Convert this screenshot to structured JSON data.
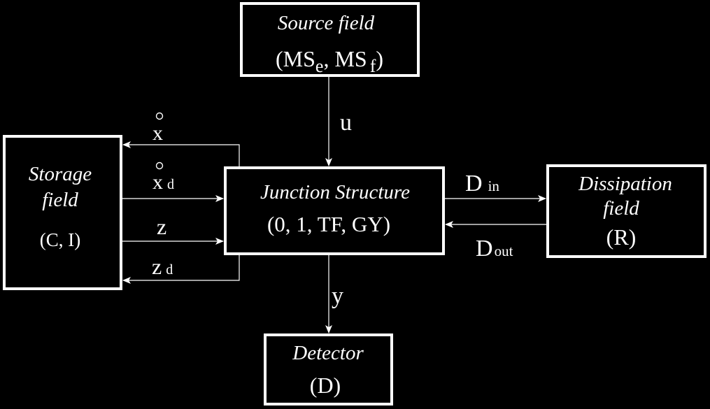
{
  "colors": {
    "background": "#000000",
    "foreground": "#ffffff"
  },
  "blocks": {
    "source": {
      "title": "Source field",
      "content_prefix": "(MS",
      "sub_e": "e",
      "content_mid": ", MS",
      "sub_f": "f",
      "content_suffix": ")"
    },
    "storage": {
      "title_line1": "Storage",
      "title_line2": "field",
      "content": "(C, I)"
    },
    "junction": {
      "title": "Junction Structure",
      "content": "(0, 1, TF, GY)"
    },
    "dissipation": {
      "title_line1": "Dissipation",
      "title_line2": "field",
      "content": "(R)"
    },
    "detector": {
      "title": "Detector",
      "content": "(D)"
    }
  },
  "signals": {
    "u": "u",
    "y": "y",
    "x_dot": "x",
    "x_dot_d": "x",
    "x_d_sub": "d",
    "z": "z",
    "z_d": "z",
    "z_d_sub": "d",
    "d_in": "D",
    "d_in_sub": "in",
    "d_out": "D",
    "d_out_sub": "out"
  }
}
